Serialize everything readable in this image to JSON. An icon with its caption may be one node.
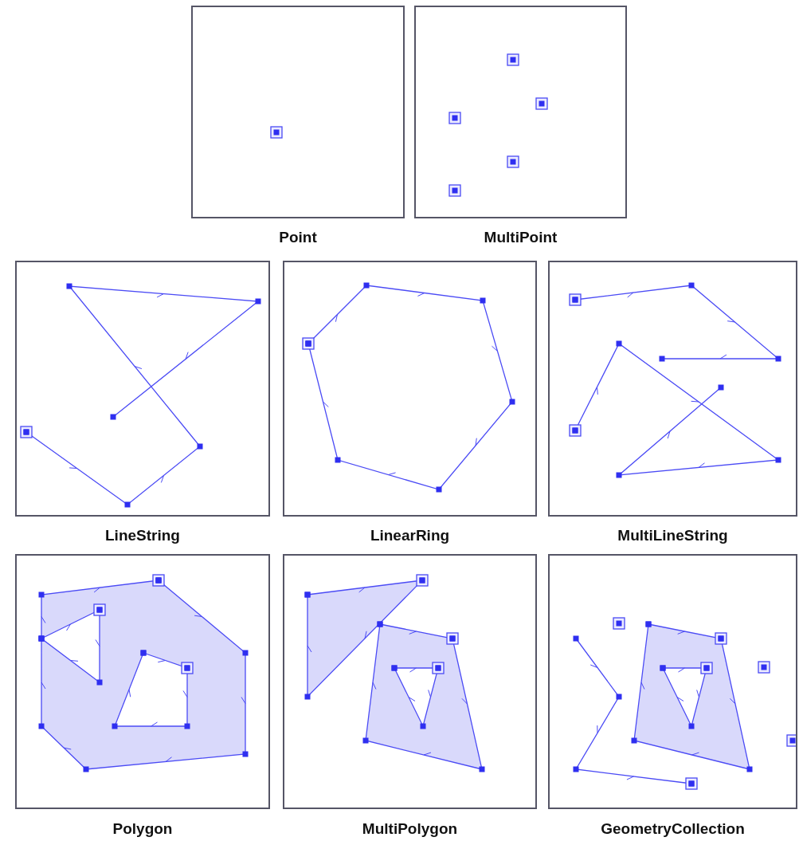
{
  "diagram": {
    "nodes": [
      {
        "text": [
          "Point"
        ]
      },
      {
        "text": [
          "MultiPoint"
        ]
      },
      {
        "text": [
          "LineString"
        ]
      },
      {
        "text": [
          "LinearRing"
        ]
      },
      {
        "text": [
          "MultiLineString"
        ]
      },
      {
        "text": [
          "Polygon"
        ]
      },
      {
        "text": [
          "MultiPolygon"
        ]
      },
      {
        "text": [
          "GeometryCollection"
        ]
      }
    ]
  }
}
